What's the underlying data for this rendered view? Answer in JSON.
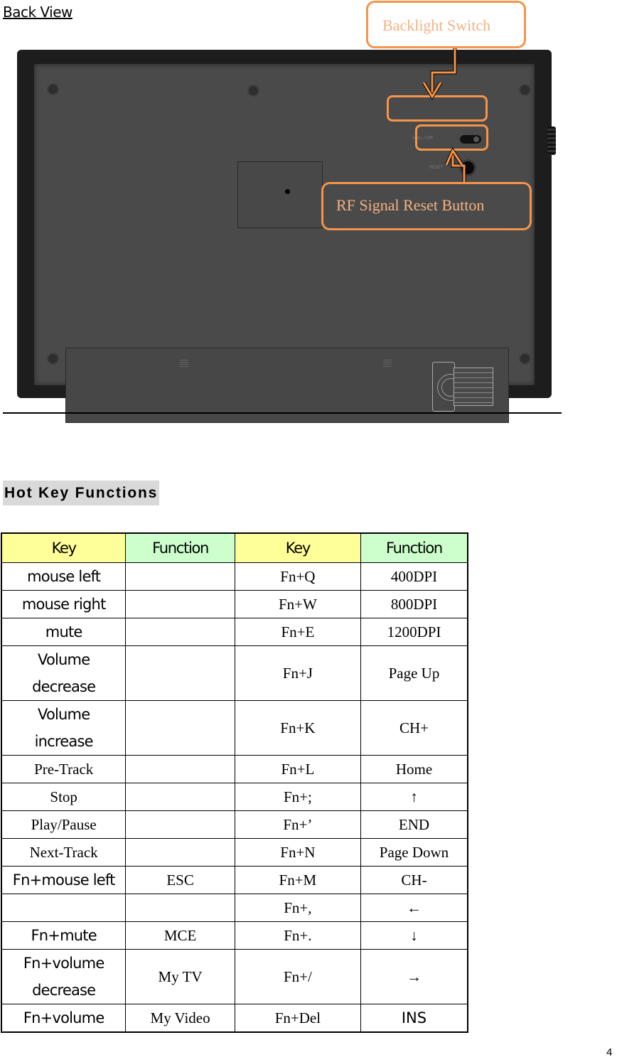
{
  "back_view": {
    "title": "Back View",
    "callouts": {
      "backlight_switch": "Backlight Switch",
      "rf_reset": "RF Signal Reset Button"
    },
    "device_labels": {
      "switch": "Auto / Off",
      "reset": "RESET"
    },
    "accent_color": "#f5944a",
    "callout_text_color": "#f4b183"
  },
  "hotkeys": {
    "title": "Hot Key Functions",
    "headers": [
      "Key",
      "Function",
      "Key",
      "Function"
    ],
    "header_colors": {
      "key": "#ffff99",
      "function": "#ccffcc"
    },
    "rows": [
      {
        "key1": "mouse left",
        "fn1": "",
        "key2": "Fn+Q",
        "fn2": "400DPI"
      },
      {
        "key1": "mouse right",
        "fn1": "",
        "key2": "Fn+W",
        "fn2": "800DPI"
      },
      {
        "key1": "mute",
        "fn1": "",
        "key2": "Fn+E",
        "fn2": "1200DPI"
      },
      {
        "key1": "Volume decrease",
        "fn1": "",
        "key2": "Fn+J",
        "fn2": "Page Up"
      },
      {
        "key1": "Volume increase",
        "fn1": "",
        "key2": "Fn+K",
        "fn2": "CH+"
      },
      {
        "key1": "Pre-Track",
        "fn1": "",
        "key2": "Fn+L",
        "fn2": "Home"
      },
      {
        "key1": "Stop",
        "fn1": "",
        "key2": "Fn+;",
        "fn2": "↑"
      },
      {
        "key1": "Play/Pause",
        "fn1": "",
        "key2": "Fn+’",
        "fn2": "END"
      },
      {
        "key1": "Next-Track",
        "fn1": "",
        "key2": "Fn+N",
        "fn2": "Page Down"
      },
      {
        "key1": "Fn+mouse left",
        "fn1": "ESC",
        "key2": "Fn+M",
        "fn2": "CH-"
      },
      {
        "key1": "",
        "fn1": "",
        "key2": "Fn+,",
        "fn2": "←"
      },
      {
        "key1": "Fn+mute",
        "fn1": "MCE",
        "key2": "Fn+.",
        "fn2": "↓"
      },
      {
        "key1": "Fn+volume decrease",
        "fn1": "My TV",
        "key2": "Fn+/",
        "fn2": "→"
      },
      {
        "key1": "Fn+volume",
        "fn1": "My Video",
        "key2": "Fn+Del",
        "fn2": "INS"
      }
    ]
  },
  "page_number": "4"
}
